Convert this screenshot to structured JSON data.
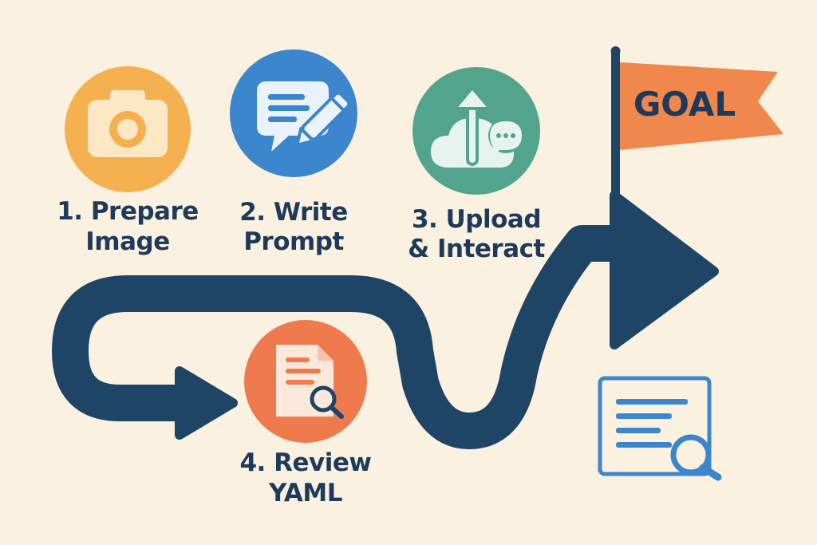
{
  "steps": [
    {
      "line1": "1. Prepare",
      "line2": "Image",
      "icon": "camera-icon",
      "color": "#f5b04f"
    },
    {
      "line1": "2. Write",
      "line2": "Prompt",
      "icon": "chat-pencil-icon",
      "color": "#3b86cc"
    },
    {
      "line1": "3. Upload",
      "line2": "& Interact",
      "icon": "cloud-upload-chat-icon",
      "color": "#52a58c"
    },
    {
      "line1": "4. Review",
      "line2": "YAML",
      "icon": "document-search-icon",
      "color": "#ee7a4e"
    }
  ],
  "goal": {
    "label": "GOAL",
    "flag_color": "#f0884e",
    "icon": "flag-icon"
  },
  "extra_icon": "document-search-icon",
  "colors": {
    "path": "#1f4566",
    "background": "#fbf1e1",
    "text": "#1e3a5a",
    "outline": "#3b86cc"
  }
}
